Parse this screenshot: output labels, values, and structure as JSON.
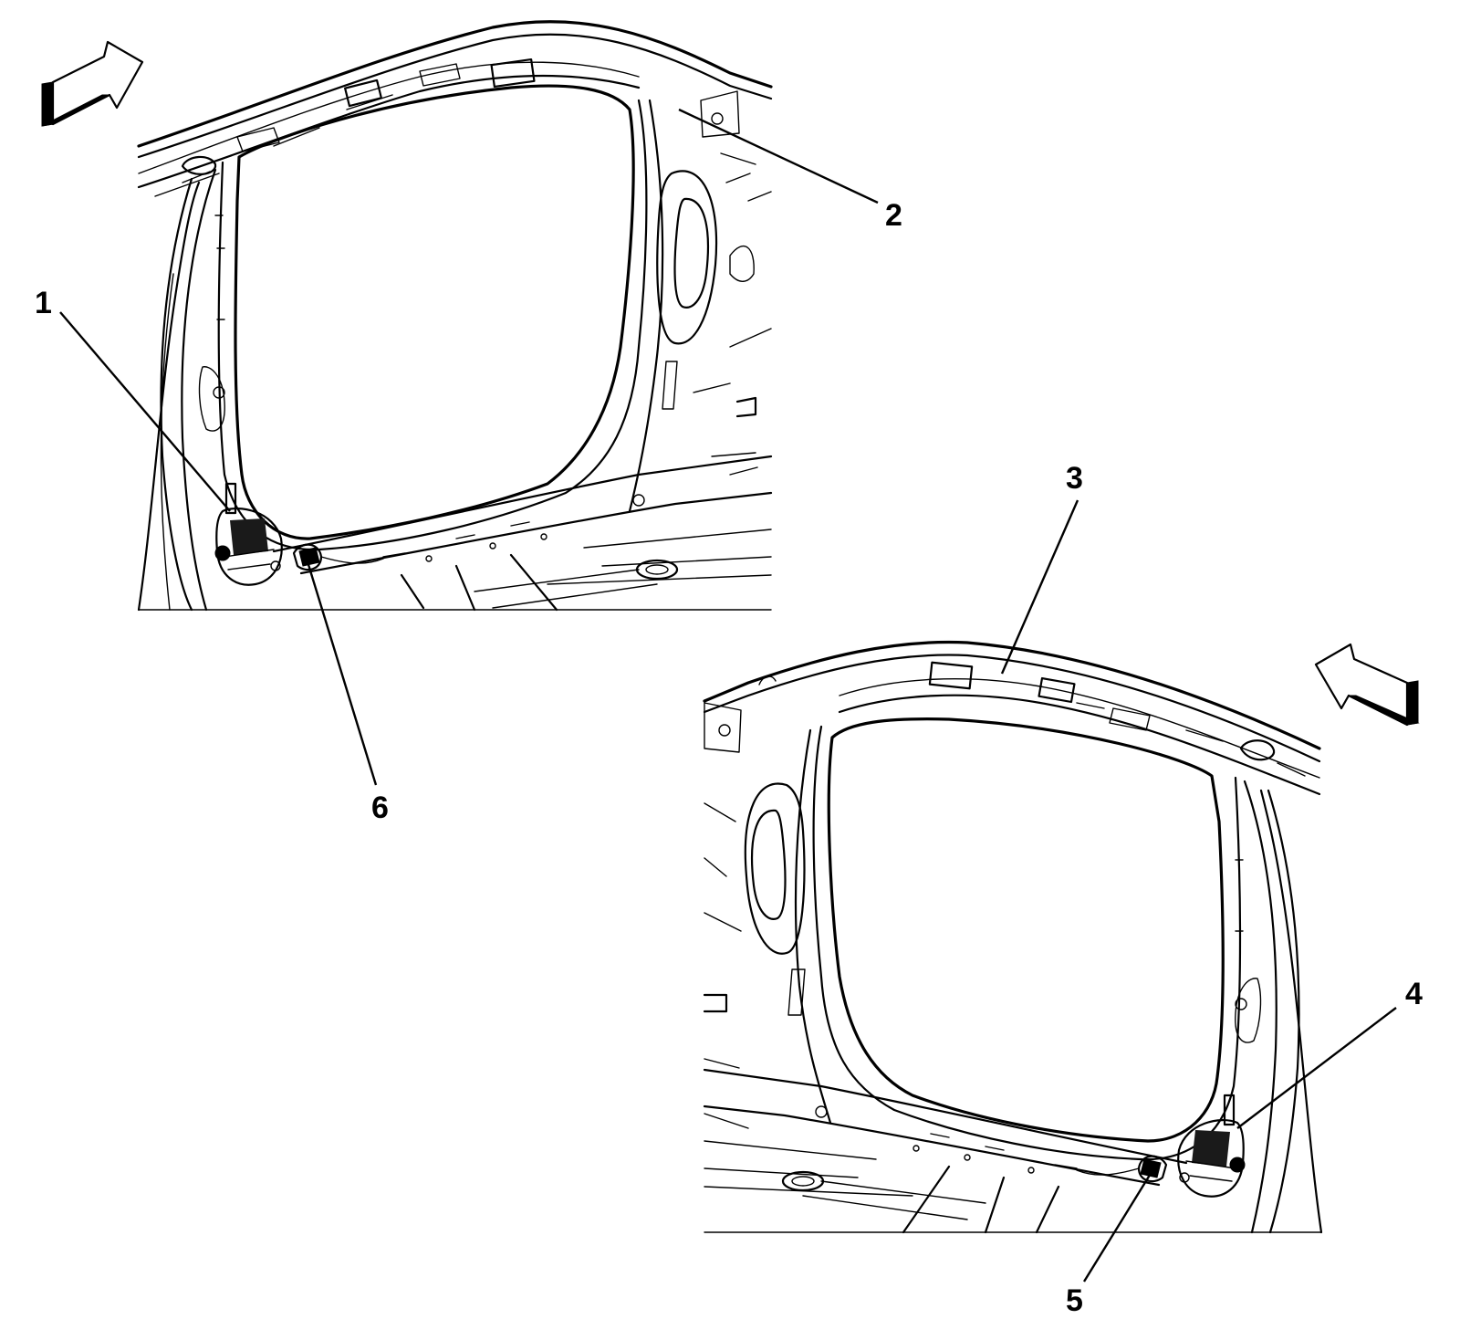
{
  "figure": {
    "callouts": [
      "1",
      "2",
      "3",
      "4",
      "5",
      "6"
    ],
    "icons": {
      "top_view": "direction-arrow-icon",
      "bottom_view": "direction-arrow-icon"
    }
  }
}
